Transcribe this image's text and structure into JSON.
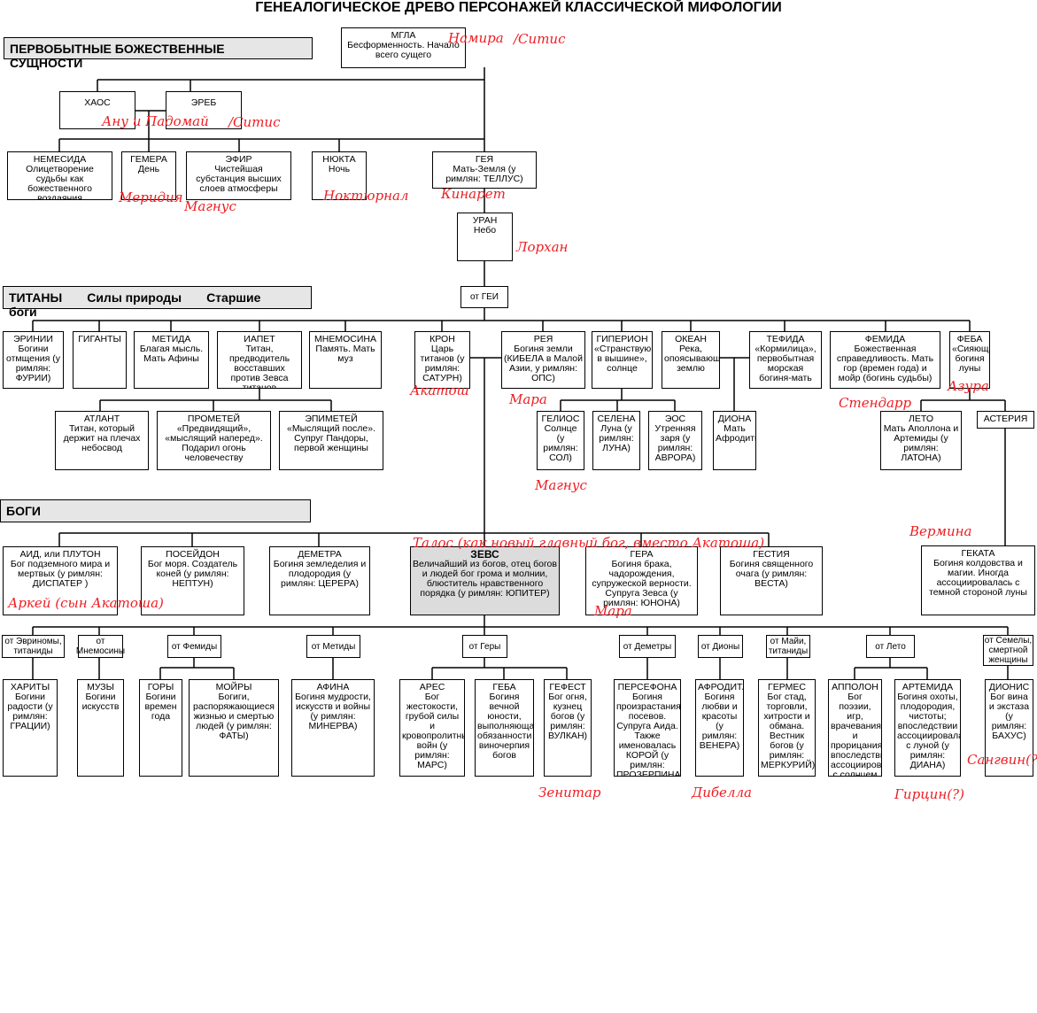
{
  "title": "ГЕНЕАЛОГИЧЕСКОЕ ДРЕВО ПЕРСОНАЖЕЙ КЛАССИЧЕСКОЙ МИФОЛОГИИ",
  "sections": {
    "primordial": "ПЕРВОБЫТНЫЕ БОЖЕСТВЕННЫЕ СУЩНОСТИ",
    "titans": [
      "ТИТАНЫ",
      "Силы природы",
      "Старшие боги"
    ],
    "gods": "БОГИ"
  },
  "boxes": {
    "mgla": {
      "t": "МГЛА",
      "d": "Бесформенность. Начало всего сущего"
    },
    "chaos": {
      "t": "ХАОС",
      "d": ""
    },
    "ereb": {
      "t": "ЭРЕБ",
      "d": ""
    },
    "nemesida": {
      "t": "НЕМЕСИДА",
      "d": "Олицетворение судьбы как божественного воздаяния"
    },
    "gemera": {
      "t": "ГЕМЕРА",
      "d": "День"
    },
    "efir": {
      "t": "ЭФИР",
      "d": "Чистейшая субстанция высших слоев атмосферы"
    },
    "nyukta": {
      "t": "НЮКТА",
      "d": "Ночь"
    },
    "geya": {
      "t": "ГЕЯ",
      "d": "Мать-Земля (у римлян: ТЕЛЛУС)"
    },
    "uran": {
      "t": "УРАН",
      "d": "Небо"
    },
    "erinii": {
      "t": "ЭРИНИИ",
      "d": "Богини отмщения (у римлян: ФУРИИ)"
    },
    "giganty": {
      "t": "ГИГАНТЫ",
      "d": ""
    },
    "metida": {
      "t": "МЕТИДА",
      "d": "Благая мысль. Мать Афины"
    },
    "iapet": {
      "t": "ИАПЕТ",
      "d": "Титан, предводитель восставших против Зевса титанов"
    },
    "mnemosina": {
      "t": "МНЕМОСИНА",
      "d": "Память. Мать муз"
    },
    "kron": {
      "t": "КРОН",
      "d": "Царь титанов (у римлян: САТУРН)"
    },
    "reya": {
      "t": "РЕЯ",
      "d": "Богиня земли (КИБЕЛА в Малой Азии, у римлян: ОПС)"
    },
    "giperion": {
      "t": "ГИПЕРИОН",
      "d": "«Странствующий в вышине», солнце"
    },
    "okean": {
      "t": "ОКЕАН",
      "d": "Река, опоясывающая землю"
    },
    "tefida": {
      "t": "ТЕФИДА",
      "d": "«Кормилица», первобытная морская богиня-мать"
    },
    "femida": {
      "t": "ФЕМИДА",
      "d": "Божественная справедливость. Мать гор (времен года) и мойр (богинь судьбы)"
    },
    "feba": {
      "t": "ФЕБА",
      "d": "«Сияющая», богиня луны"
    },
    "atlant": {
      "t": "АТЛАНТ",
      "d": "Титан, который держит на плечах небосвод"
    },
    "prometey": {
      "t": "ПРОМЕТЕЙ",
      "d": "«Предвидящий», «мыслящий наперед». Подарил огонь человечеству"
    },
    "epimetey": {
      "t": "ЭПИМЕТЕЙ",
      "d": "«Мыслящий после». Супруг Пандоры, первой женщины"
    },
    "gelios": {
      "t": "ГЕЛИОС",
      "d": "Солнце (у римлян: СОЛ)"
    },
    "selena": {
      "t": "СЕЛЕНА",
      "d": "Луна (у римлян: ЛУНА)"
    },
    "eos": {
      "t": "ЭОС",
      "d": "Утренняя заря (у римлян: АВРОРА)"
    },
    "diona": {
      "t": "ДИОНА",
      "d": "Мать Афродиты"
    },
    "leto": {
      "t": "ЛЕТО",
      "d": "Мать Аполлона и Артемиды (у римлян: ЛАТОНА)"
    },
    "asteriya": {
      "t": "АСТЕРИЯ",
      "d": ""
    },
    "aid": {
      "t": "АИД, или ПЛУТОН",
      "d": "Бог подземного мира и мертвых (у римлян: ДИСПАТЕР )"
    },
    "poseidon": {
      "t": "ПОСЕЙДОН",
      "d": "Бог моря. Создатель коней (у римлян: НЕПТУН)"
    },
    "demetra": {
      "t": "ДЕМЕТРА",
      "d": "Богиня земледелия и плодородия (у римлян: ЦЕРЕРА)"
    },
    "zevs": {
      "t": "ЗЕВС",
      "d": "Величайший из богов, отец богов и людей бог грома и молнии, блюститель нравственного порядка (у римлян: ЮПИТЕР)"
    },
    "gera": {
      "t": "ГЕРА",
      "d": "Богиня брака, чадорождения, супружеской верности. Супруга Зевса (у римлян: ЮНОНА)"
    },
    "gestiya": {
      "t": "ГЕСТИЯ",
      "d": "Богиня священного очага (у римлян: ВЕСТА)"
    },
    "gekata": {
      "t": "ГЕКАТА",
      "d": "Богиня колдовства и магии. Иногда ассоциировалась с темной стороной луны"
    },
    "harity": {
      "t": "ХАРИТЫ",
      "d": "Богини радости (у римлян: ГРАЦИИ)"
    },
    "muzy": {
      "t": "МУЗЫ",
      "d": "Богини искусств"
    },
    "gory": {
      "t": "ГОРЫ",
      "d": "Богини времен года"
    },
    "moyry": {
      "t": "МОЙРЫ",
      "d": "Богиги, распоряжающиеся жизнью и смертью людей (у римлян: ФАТЫ)"
    },
    "afina": {
      "t": "АФИНА",
      "d": "Богиня мудрости, искусств и войны (у римлян: МИНЕРВА)"
    },
    "ares": {
      "t": "АРЕС",
      "d": "Бог жестокости, грубой силы и кровопролитных войн (у римлян: МАРС)"
    },
    "geba": {
      "t": "ГЕБА",
      "d": "Богиня вечной юности, выполняющая обязанности виночерпия богов"
    },
    "gefest": {
      "t": "ГЕФЕСТ",
      "d": "Бог огня, кузнец богов (у римлян: ВУЛКАН)"
    },
    "persefona": {
      "t": "ПЕРСЕФОНА",
      "d": "Богиня произрастания посевов. Супруга Аида. Также именовалась КОРОЙ (у римлян: ПРОЗЕРПИНА)"
    },
    "afrodita": {
      "t": "АФРОДИТА",
      "d": "Богиня любви и красоты (у римлян: ВЕНЕРА)"
    },
    "germes": {
      "t": "ГЕРМЕС",
      "d": "Бог стад, торговли, хитрости и обмана. Вестник богов (у римлян: МЕРКУРИЙ)"
    },
    "apollon": {
      "t": "АППОЛОН",
      "d": "Бог поэзии, игр, врачевания и прорицания; впоследствии ассоциировался с солнцем"
    },
    "artemida": {
      "t": "АРТЕМИДА",
      "d": "Богиня охоты, плодородия, чистоты; впоследствии ассоциировалась с луной (у римлян: ДИАНА)"
    },
    "dionis": {
      "t": "ДИОНИС",
      "d": "Бог вина и экстаза (у римлян: БАХУС)"
    }
  },
  "labels": {
    "ot_gei": "от ГЕИ",
    "ot_erinii": "от Эвриномы, титаниды",
    "ot_mnem": "от Мнемосины",
    "ot_femidy": "от Фемиды",
    "ot_metidy": "от Метиды",
    "ot_gery": "от Геры",
    "ot_demetry": "от Деметры",
    "ot_diony": "от Дионы",
    "ot_mayi": "от Майи, титаниды",
    "ot_leto": "от Лето",
    "ot_semely": "от Семелы, смертной женщины"
  },
  "notes": {
    "n1": "Намира",
    "n2": "/Ситис",
    "n3": "Ану и Падомай",
    "n4": "/Ситис",
    "n5": "Меридия",
    "n6": "Магнус",
    "n7": "Ноктюрнал",
    "n8": "Кинарет",
    "n9": "Лорхан",
    "n10": "Акатош",
    "n11": "Мара",
    "n12": "Магнус",
    "n13": "Стендарр",
    "n14": "Азура",
    "n15": "Вермина",
    "n16": "Талос (как новый главный бог, вместо Акатоша)",
    "n17": "Аркей (сын Акатоша)",
    "n18": "Мара",
    "n19": "Зенитар",
    "n20": "Дибелла",
    "n21": "Гирцин(?)",
    "n22": "Сангвин(?)"
  }
}
